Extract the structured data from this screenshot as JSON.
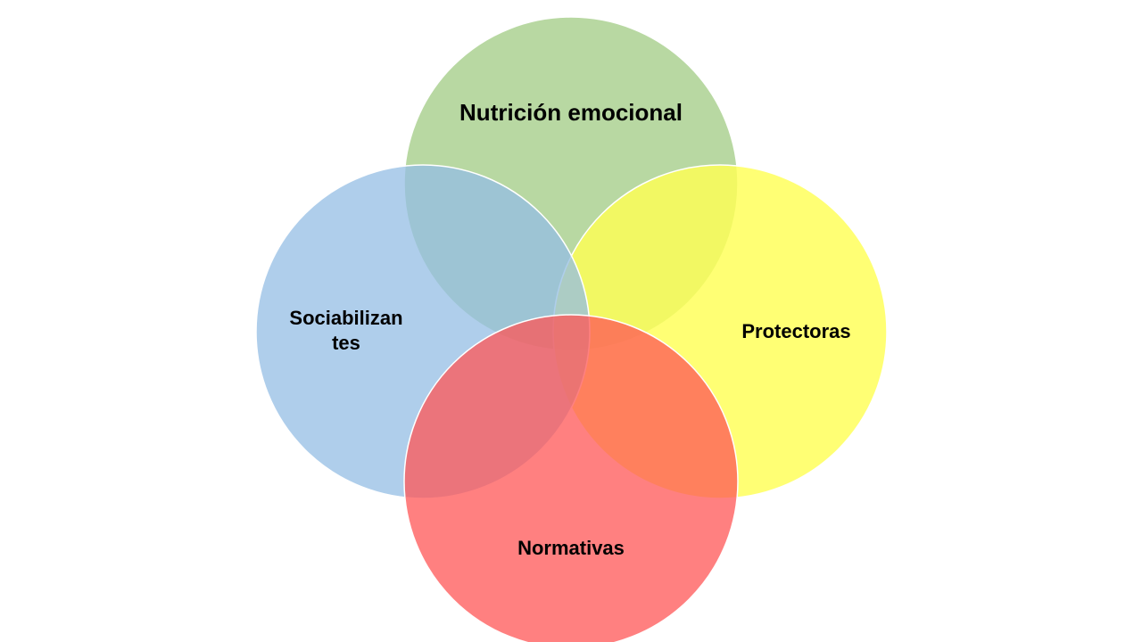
{
  "diagram": {
    "circles": {
      "top": {
        "label": "Nutrición emocional",
        "color": "#A8CF8E"
      },
      "right": {
        "label": "Protectoras",
        "color": "#FFFF66"
      },
      "left": {
        "label": "Sociabilizantes",
        "color": "#9DC3E6"
      },
      "bottom": {
        "label": "Normativas",
        "color": "#FF6666"
      }
    },
    "label_lines": {
      "left_line1": "Sociabilizan",
      "left_line2": "tes"
    }
  }
}
